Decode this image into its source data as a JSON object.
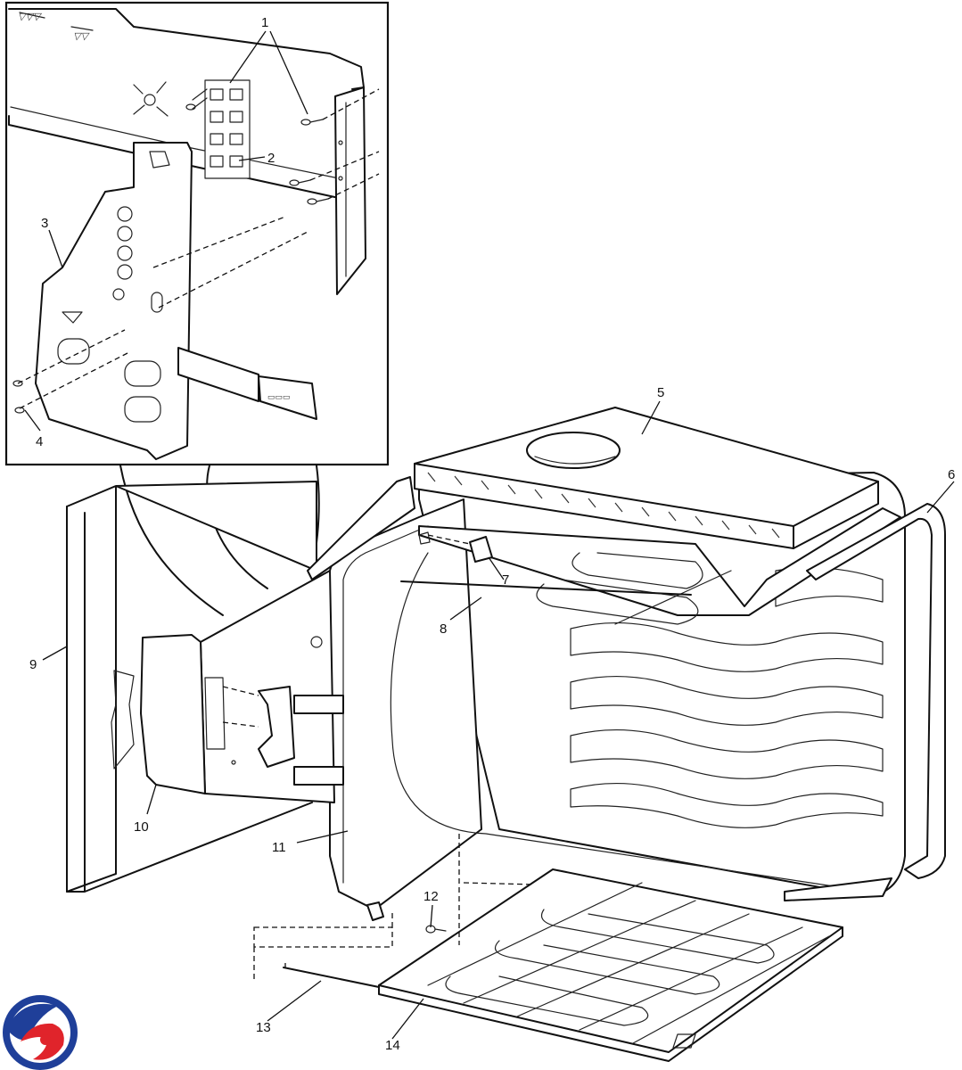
{
  "callouts": [
    {
      "id": "1",
      "label": "1"
    },
    {
      "id": "2",
      "label": "2"
    },
    {
      "id": "3",
      "label": "3"
    },
    {
      "id": "4",
      "label": "4"
    },
    {
      "id": "5",
      "label": "5"
    },
    {
      "id": "6",
      "label": "6"
    },
    {
      "id": "7",
      "label": "7"
    },
    {
      "id": "8",
      "label": "8"
    },
    {
      "id": "9",
      "label": "9"
    },
    {
      "id": "10",
      "label": "10"
    },
    {
      "id": "11",
      "label": "11"
    },
    {
      "id": "12",
      "label": "12"
    },
    {
      "id": "13",
      "label": "13"
    },
    {
      "id": "14",
      "label": "14"
    }
  ],
  "logo": {
    "colors": [
      "#1f3f99",
      "#e0242b"
    ]
  }
}
